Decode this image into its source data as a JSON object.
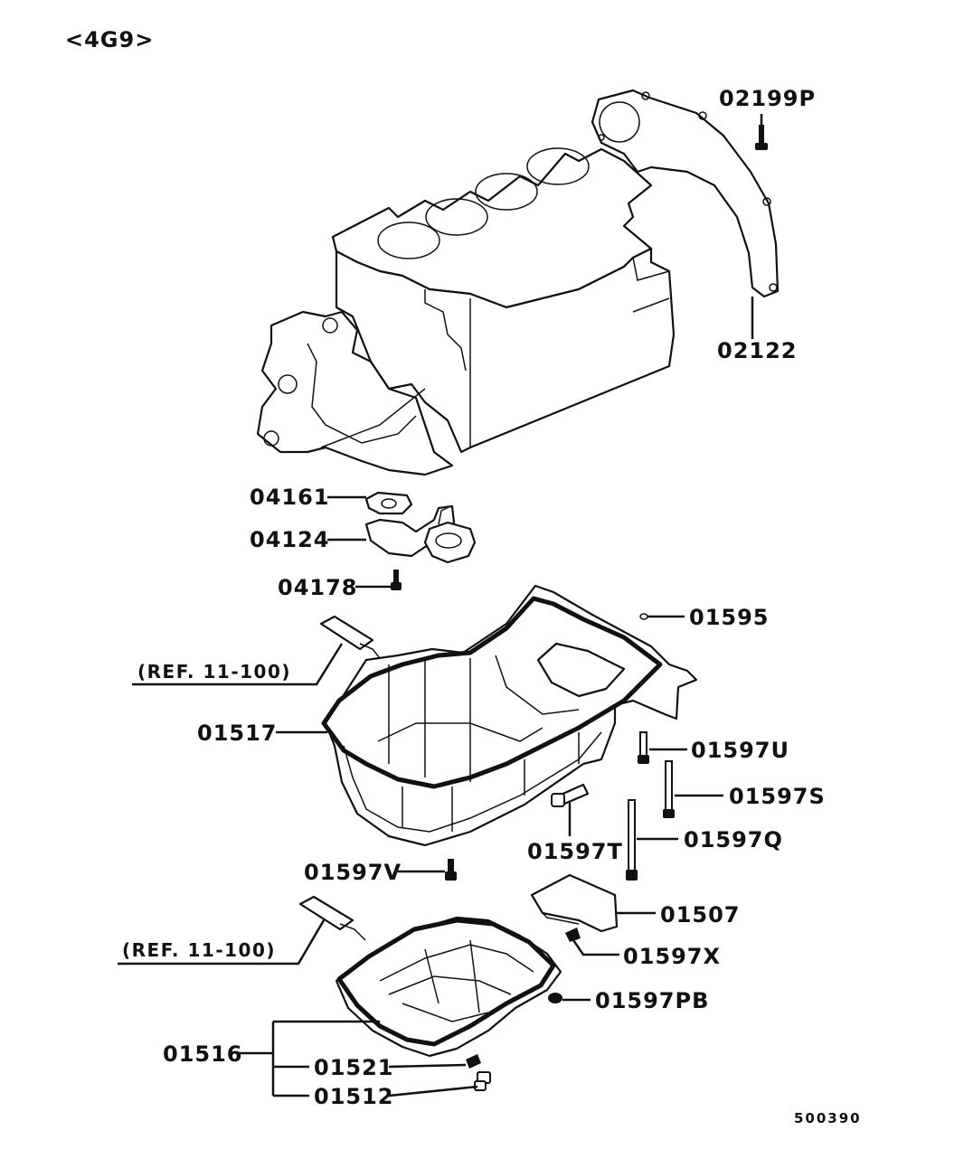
{
  "header": {
    "engine": "<4G9>"
  },
  "footer": {
    "code": "500390"
  },
  "labels": {
    "p02199P": "02199P",
    "p02122": "02122",
    "p04161": "04161",
    "p04124": "04124",
    "p04178": "04178",
    "p01595": "01595",
    "ref1": "(REF. 11-100)",
    "p01517": "01517",
    "p01597U": "01597U",
    "p01597S": "01597S",
    "p01597T": "01597T",
    "p01597Q": "01597Q",
    "p01597V": "01597V",
    "p01507": "01507",
    "ref2": "(REF. 11-100)",
    "p01597X": "01597X",
    "p01597PB": "01597PB",
    "p01516": "01516",
    "p01521": "01521",
    "p01512": "01512"
  }
}
